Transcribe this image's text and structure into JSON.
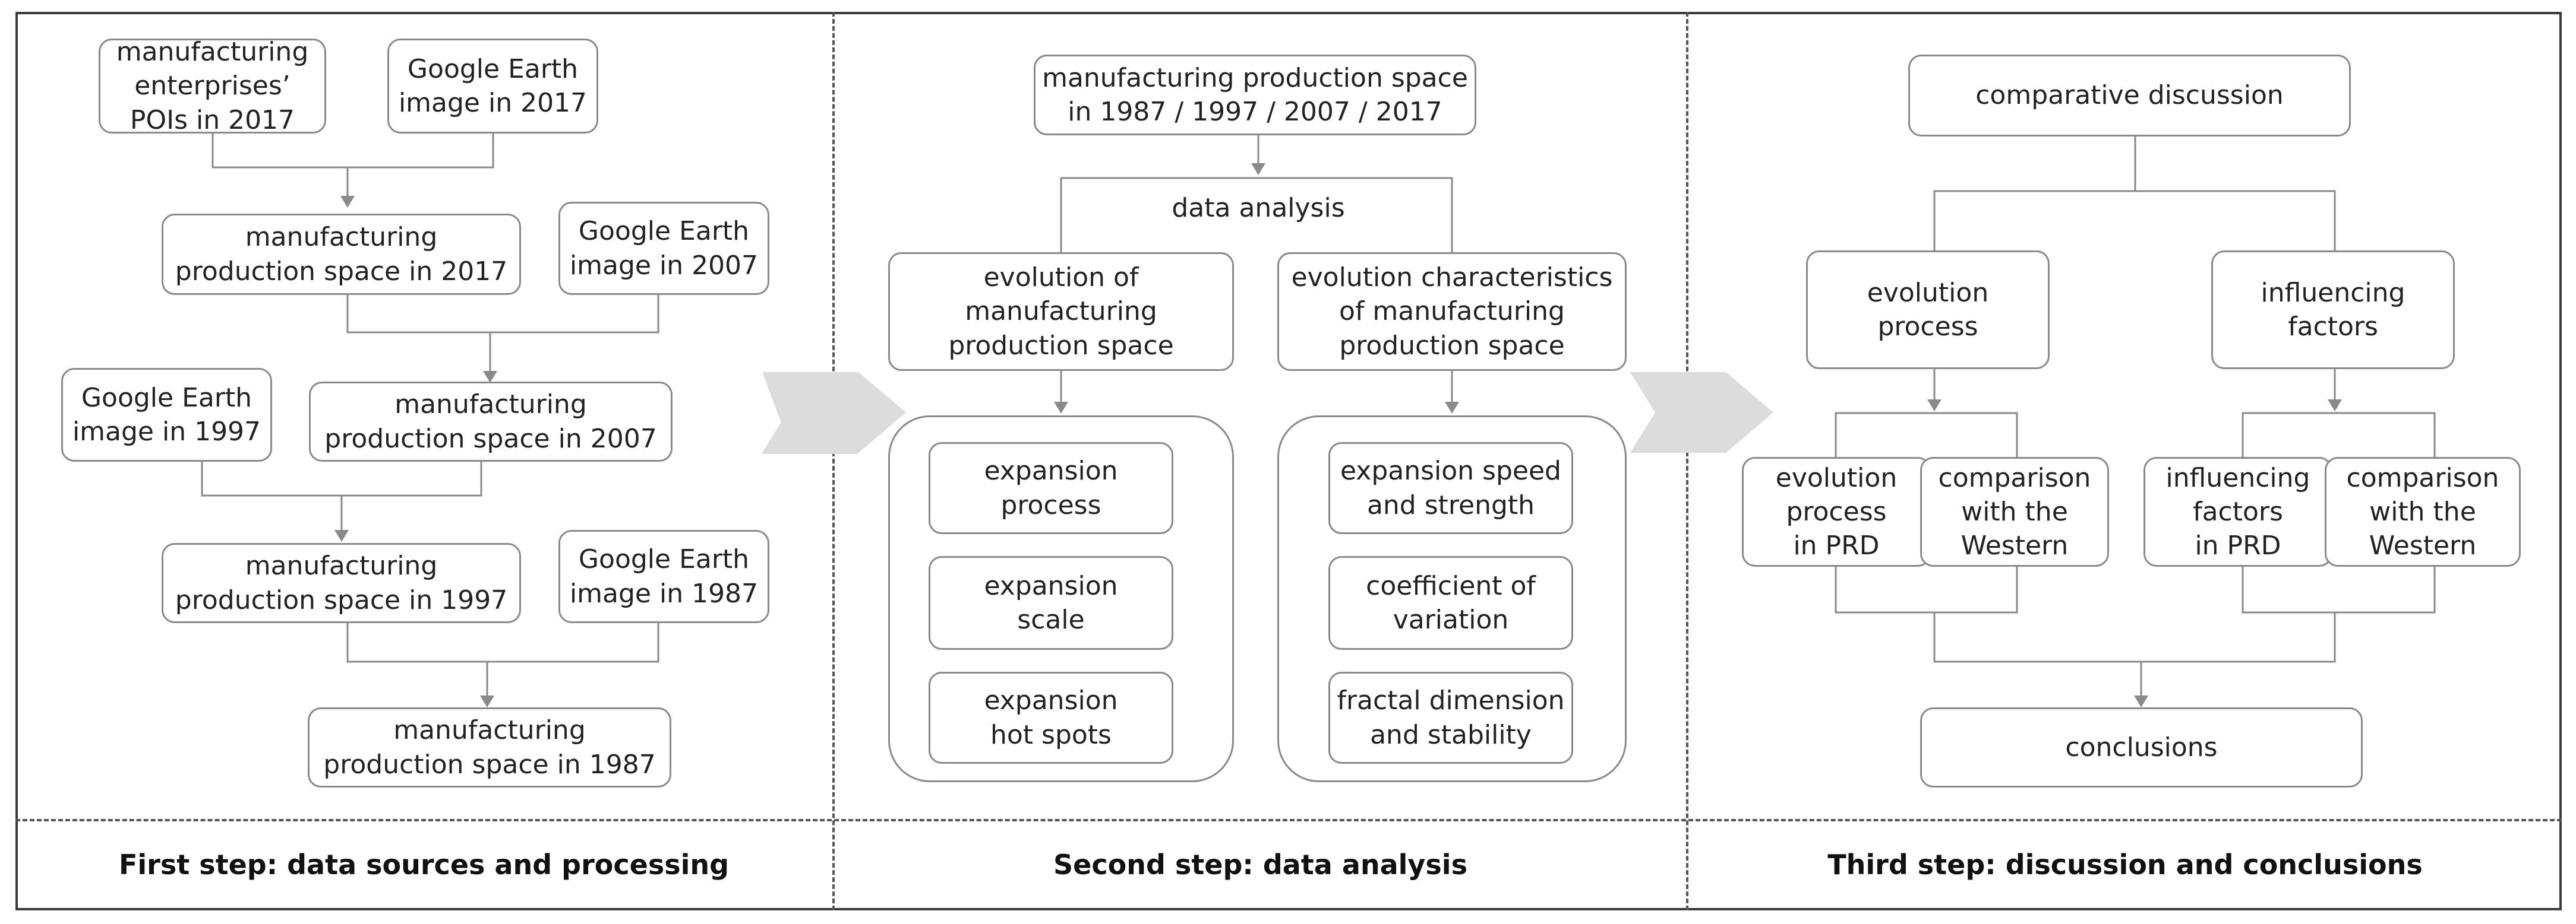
{
  "step1": {
    "pois_2017": "manufacturing\nenterprises’\nPOIs in 2017",
    "ge_2017": "Google Earth\nimage in 2017",
    "mps_2017": "manufacturing\nproduction space in 2017",
    "ge_2007": "Google Earth\nimage in 2007",
    "ge_1997": "Google Earth\nimage in 1997",
    "mps_2007": "manufacturing\nproduction space in 2007",
    "mps_1997": "manufacturing\nproduction space in 1997",
    "ge_1987": "Google Earth\nimage in 1987",
    "mps_1987": "manufacturing\nproduction space in 1987",
    "footer": "First step: data sources and processing"
  },
  "step2": {
    "mps_all": "manufacturing production space\nin 1987 / 1997 / 2007 / 2017",
    "data_analysis": "data analysis",
    "evolution": "evolution of\nmanufacturing\nproduction space",
    "characteristics": "evolution characteristics\nof manufacturing\nproduction space",
    "exp_process": "expansion\nprocess",
    "exp_scale": "expansion\nscale",
    "exp_hotspots": "expansion\nhot spots",
    "exp_speed": "expansion speed\nand strength",
    "coef_var": "coefficient of\nvariation",
    "fractal": "fractal dimension\nand stability",
    "footer": "Second step: data analysis"
  },
  "step3": {
    "comparative": "comparative discussion",
    "evo_process": "evolution\nprocess",
    "infl_factors": "influencing\nfactors",
    "evo_prd": "evolution\nprocess\nin PRD",
    "cmp_western_1": "comparison\nwith the\nWestern",
    "infl_prd": "influencing\nfactors\nin PRD",
    "cmp_western_2": "comparison\nwith the\nWestern",
    "conclusions": "conclusions",
    "footer": "Third step: discussion and conclusions"
  },
  "colors": {
    "border": "#8a8a8a",
    "arrow_fill": "#d9d9d9",
    "frame": "#3a3a3a"
  }
}
